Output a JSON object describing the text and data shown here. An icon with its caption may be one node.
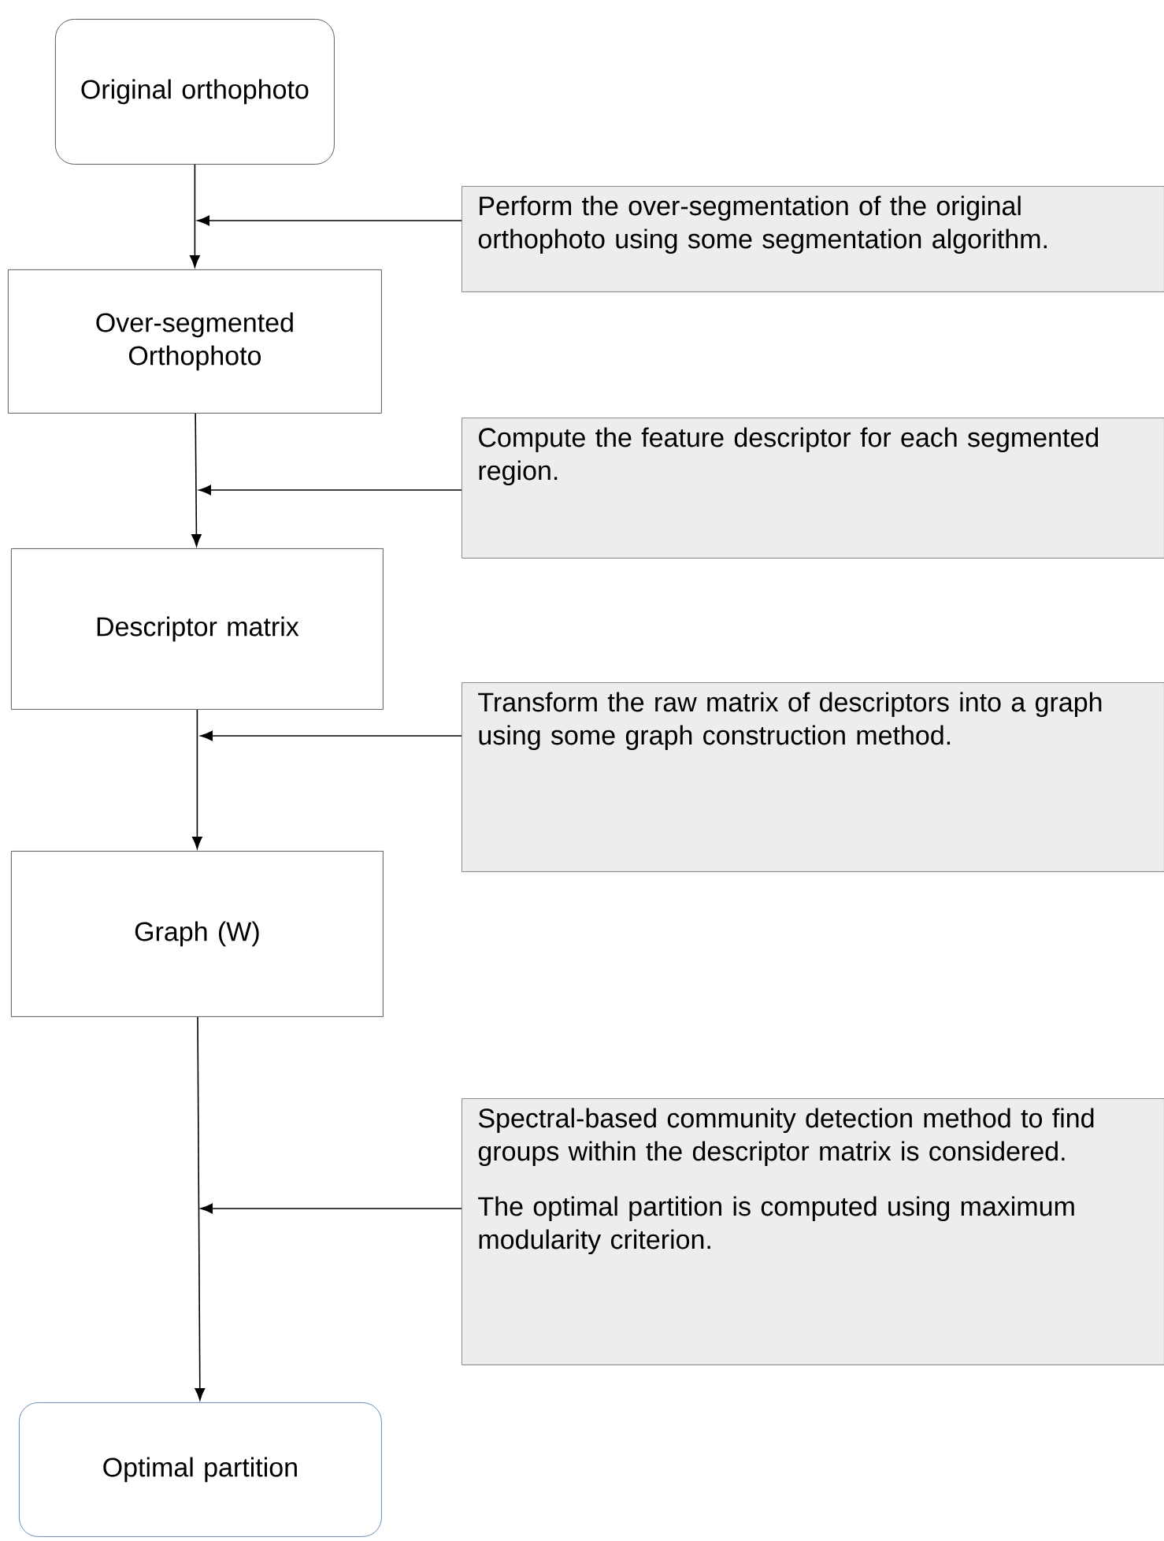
{
  "diagram": {
    "nodes": [
      {
        "text": [
          "Original orthophoto"
        ]
      },
      {
        "text": [
          "Perform the over-segmentation of the original orthophoto using some segmentation algorithm."
        ]
      },
      {
        "text": [
          "Over-segmented Orthophoto"
        ]
      },
      {
        "text": [
          "Compute the feature descriptor for each segmented region."
        ]
      },
      {
        "text": [
          "Descriptor matrix"
        ]
      },
      {
        "text": [
          "Transform the raw matrix of descriptors into a graph using some graph construction method."
        ]
      },
      {
        "text": [
          "Graph (W)"
        ]
      },
      {
        "text": [
          "Spectral-based community detection method to find groups within the descriptor matrix is considered.",
          "The optimal partition is computed using maximum modularity criterion."
        ]
      },
      {
        "text": [
          "Optimal partition"
        ]
      }
    ],
    "edges": [
      {
        "from": 0,
        "to": 2,
        "arrow": "to"
      },
      {
        "from": 1,
        "to": null,
        "arrow": "to"
      },
      {
        "from": 2,
        "to": 4,
        "arrow": "to"
      },
      {
        "from": 3,
        "to": null,
        "arrow": "to"
      },
      {
        "from": 4,
        "to": 6,
        "arrow": "to"
      },
      {
        "from": 5,
        "to": null,
        "arrow": "to"
      },
      {
        "from": 6,
        "to": 8,
        "arrow": "to"
      },
      {
        "from": 7,
        "to": null,
        "arrow": "to"
      }
    ]
  }
}
